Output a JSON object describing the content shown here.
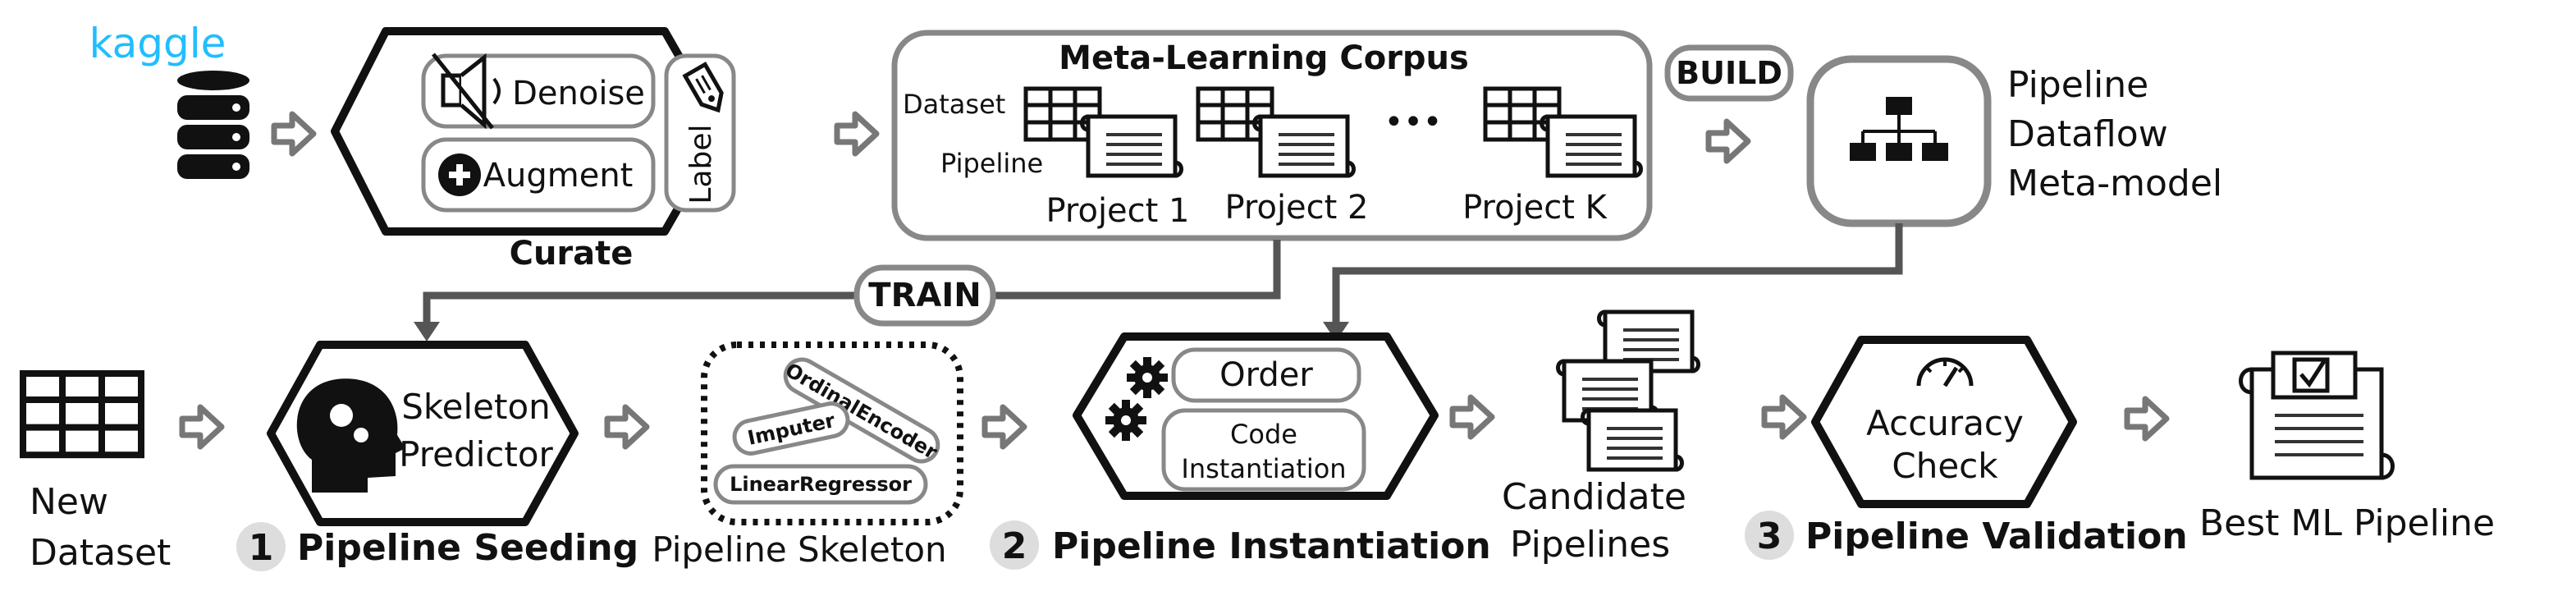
{
  "source": {
    "logo": "kaggle",
    "icon": "database-icon"
  },
  "curate": {
    "title": "Curate",
    "denoise": "Denoise",
    "augment": "Augment",
    "label": "Label",
    "icons": [
      "mute-speaker-icon",
      "plus-circle-icon",
      "tag-icon"
    ]
  },
  "corpus": {
    "title": "Meta-Learning Corpus",
    "dataset_label": "Dataset",
    "pipeline_label": "Pipeline",
    "projects": [
      "Project 1",
      "Project 2",
      "Project K"
    ],
    "ellipsis": "•••"
  },
  "build_badge": "BUILD",
  "train_badge": "TRAIN",
  "metamodel": {
    "icon": "hierarchy-icon",
    "lines": [
      "Pipeline",
      "Dataflow",
      "Meta-model"
    ]
  },
  "new_dataset": {
    "lines": [
      "New",
      "Dataset"
    ],
    "icon": "table-icon"
  },
  "seeding": {
    "box_lines": [
      "Skeleton",
      "Predictor"
    ],
    "icon": "head-gears-icon",
    "step": "1",
    "title": "Pipeline Seeding"
  },
  "skeleton": {
    "components": [
      "OrdinalEncoder",
      "Imputer",
      "LinearRegressor"
    ],
    "caption": "Pipeline Skeleton"
  },
  "instantiation": {
    "order": "Order",
    "code_lines": [
      "Code",
      "Instantiation"
    ],
    "step": "2",
    "title": "Pipeline Instantiation",
    "icons": [
      "gear-icon",
      "gear-icon"
    ]
  },
  "candidates": {
    "lines": [
      "Candidate",
      "Pipelines"
    ],
    "icon": "scroll-stack-icon"
  },
  "validation": {
    "box_lines": [
      "Accuracy",
      "Check"
    ],
    "icon": "gauge-icon",
    "step": "3",
    "title": "Pipeline Validation"
  },
  "best": {
    "label": "Best ML Pipeline",
    "icon": "checked-scroll-icon"
  },
  "colors": {
    "kaggle": "#20beff",
    "arrow_fill": "#ffffff",
    "arrow_stroke": "#777777",
    "connector": "#555555",
    "box_stroke": "#777777",
    "step_circle": "#dddddd",
    "ink": "#111111"
  }
}
